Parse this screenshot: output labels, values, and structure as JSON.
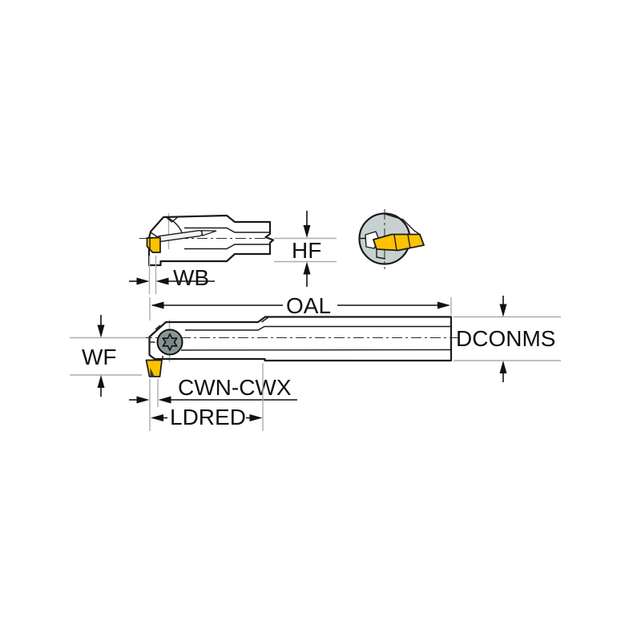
{
  "diagram": {
    "labels": {
      "hf": "HF",
      "wb": "WB",
      "oal": "OAL",
      "dconms": "DCONMS",
      "wf": "WF",
      "cwn_cwx": "CWN-CWX",
      "ldred": "LDRED"
    },
    "colors": {
      "insert_yellow": "#fdc300",
      "body_gray": "#c8d1d1",
      "screw_gray": "#8a9797",
      "screw_star_gray": "#798787",
      "extension_line_gray": "#a9aeae",
      "pin_white": "#f2f4f4",
      "outline_black": "#1a1a1a"
    }
  }
}
